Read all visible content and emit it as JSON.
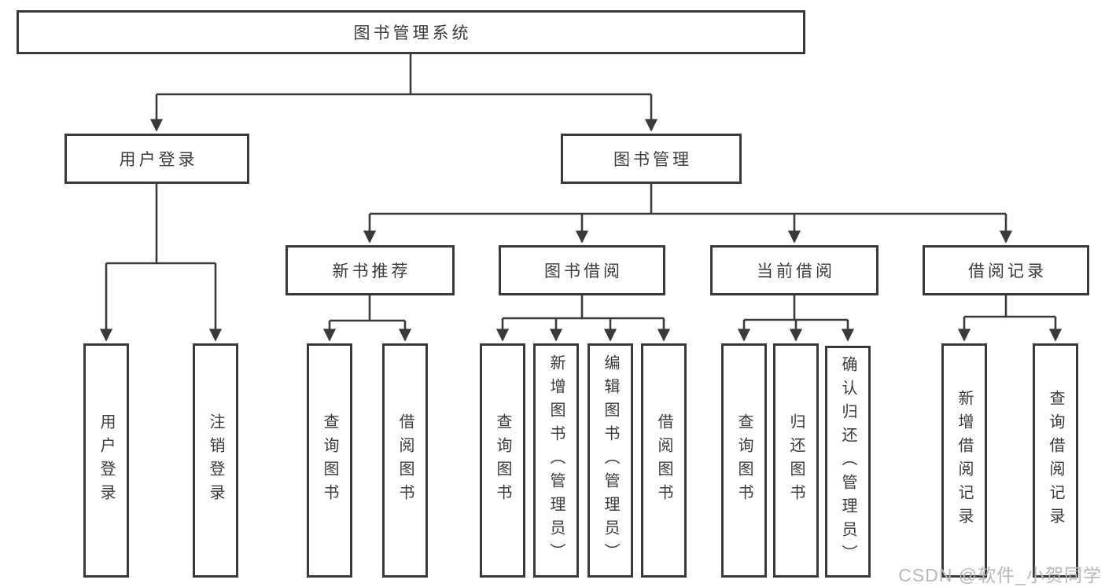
{
  "colors": {
    "line": "#3a3a3a",
    "box_border": "#3a3a3a",
    "box_background": "#ffffff",
    "text": "#3b3b3b",
    "watermark_text_color": "#b8b8b8",
    "page_background": "#ffffff"
  },
  "watermark": {
    "text": "CSDN @软件_小贺同学"
  },
  "tree": {
    "root": "图书管理系统",
    "children": [
      {
        "label": "用户登录",
        "children": [
          "用户登录",
          "注销登录"
        ]
      },
      {
        "label": "图书管理",
        "children": [
          {
            "label": "新书推荐",
            "children": [
              "查询图书",
              "借阅图书"
            ]
          },
          {
            "label": "图书借阅",
            "children": [
              "查询图书",
              "新增图书（管理员）",
              "编辑图书（管理员）",
              "借阅图书"
            ]
          },
          {
            "label": "当前借阅",
            "children": [
              "查询图书",
              "归还图书",
              "确认归还（管理员）"
            ]
          },
          {
            "label": "借阅记录",
            "children": [
              "新增借阅记录",
              "查询借阅记录"
            ]
          }
        ]
      }
    ]
  }
}
